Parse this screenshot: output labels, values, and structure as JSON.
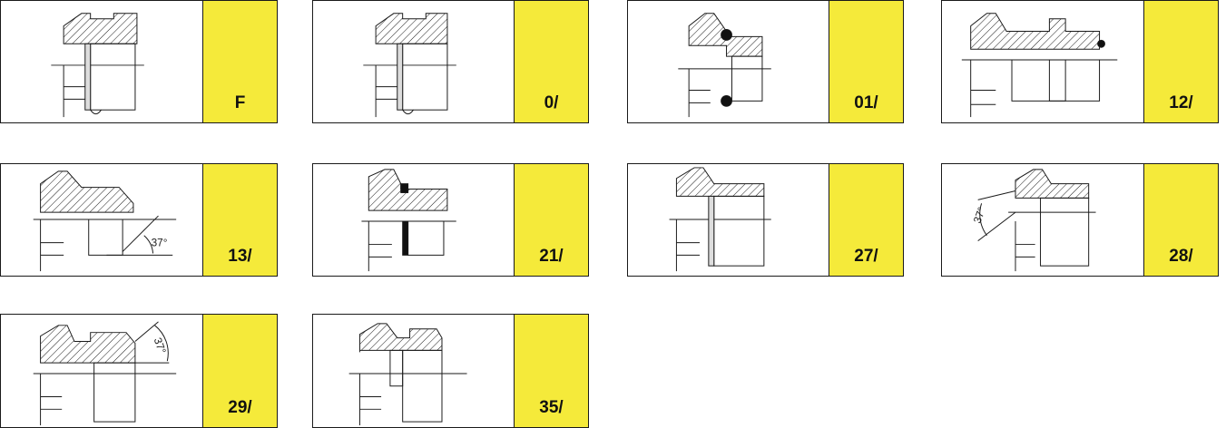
{
  "colors": {
    "accent": "#f5ea3a",
    "line": "#1a1a1a"
  },
  "fittings": [
    {
      "code": "F",
      "angle_label": ""
    },
    {
      "code": "0/",
      "angle_label": ""
    },
    {
      "code": "01/",
      "angle_label": ""
    },
    {
      "code": "12/",
      "angle_label": ""
    },
    {
      "code": "13/",
      "angle_label": "37°"
    },
    {
      "code": "21/",
      "angle_label": ""
    },
    {
      "code": "27/",
      "angle_label": ""
    },
    {
      "code": "28/",
      "angle_label": "37°"
    },
    {
      "code": "29/",
      "angle_label": "37°"
    },
    {
      "code": "35/",
      "angle_label": ""
    }
  ]
}
